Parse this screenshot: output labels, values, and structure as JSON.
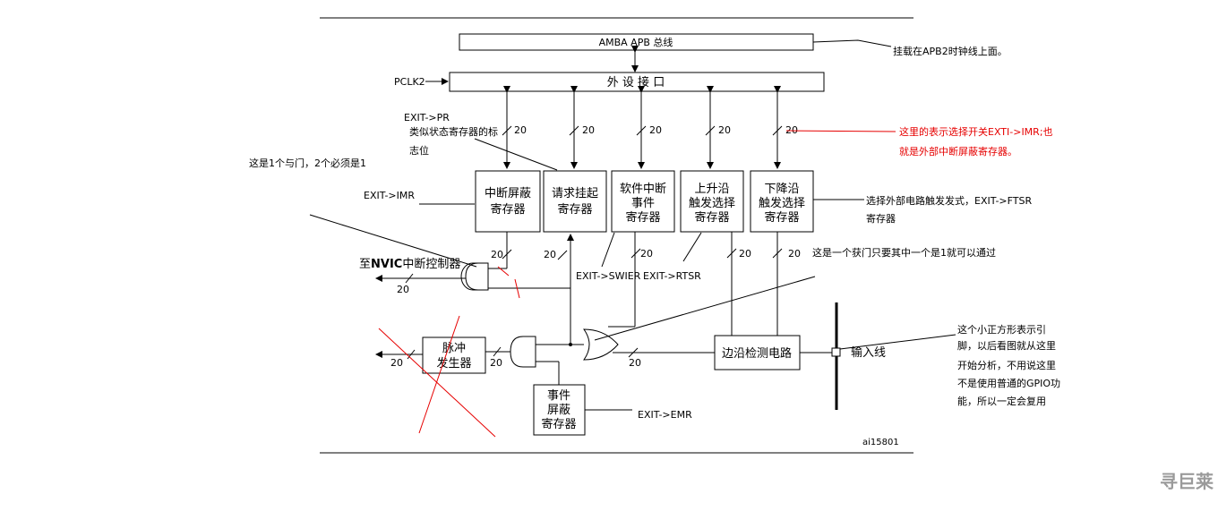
{
  "bus": {
    "label": "AMBA APB 总线"
  },
  "interface": {
    "label": "外 设 接 口"
  },
  "clock": {
    "label": "PCLK2"
  },
  "registers": {
    "imr": {
      "line1": "中断屏蔽",
      "line2": "寄存器"
    },
    "pr": {
      "line1": "请求挂起",
      "line2": "寄存器"
    },
    "swier": {
      "line1": "软件中断",
      "line2": "事件",
      "line3": "寄存器"
    },
    "rtsr": {
      "line1": "上升沿",
      "line2": "触发选择",
      "line3": "寄存器"
    },
    "ftsr": {
      "line1": "下降沿",
      "line2": "触发选择",
      "line3": "寄存器"
    },
    "emr": {
      "line1": "事件",
      "line2": "屏蔽",
      "line3": "寄存器"
    }
  },
  "pulse_gen": {
    "line1": "脉冲",
    "line2": "发生器"
  },
  "edge_detect": {
    "label": "边沿检测电路"
  },
  "input_line": {
    "label": "输入线"
  },
  "nvic": {
    "prefix": "至",
    "bold": "NVIC",
    "suffix": "中断控制器"
  },
  "bus_width": "20",
  "figure_id": "ai15801",
  "annotations": {
    "apb2": "挂载在APB2时钟线上面。",
    "pr_name": "EXIT->PR",
    "pr_desc1": "类似状态寄存器的标",
    "pr_desc2": "志位",
    "and_gate": "这是1个与门，2个必须是1",
    "imr_name": "EXIT->IMR",
    "red1": "这里的表示选择开关EXTI->IMR;也",
    "red2": "就是外部中断屏蔽寄存器。",
    "ftsr1": "选择外部电路触发发式，EXIT->FTSR",
    "ftsr2": "寄存器",
    "or_gate": "这是一个获门只要其中一个是1就可以通过",
    "swier_name": "EXIT->SWIER",
    "rtsr_name": "EXIT->RTSR",
    "pin1": "这个小正方形表示引",
    "pin2": "脚，以后看图就从这里",
    "pin3": "开始分析，不用说这里",
    "pin4": "不是使用普通的GPIO功",
    "pin5": "能，所以一定会复用",
    "emr_name": "EXIT->EMR"
  },
  "watermark": "寻巨莱",
  "colors": {
    "annotation_red": "#e60000",
    "line": "#000000",
    "watermark": "#9a9a9a"
  }
}
